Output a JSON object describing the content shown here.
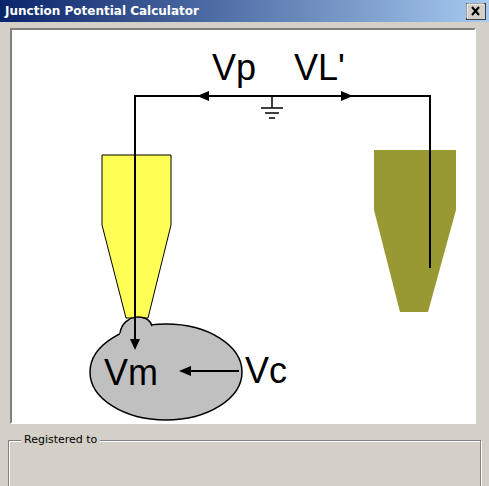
{
  "diagram": {
    "title": "Junction Potential Calculator",
    "nodes": [
      {
        "text": [
          "Vm"
        ]
      },
      {
        "text": [
          "Registered to"
        ]
      }
    ],
    "labels": [
      "Vp",
      "VL'",
      "Vc"
    ]
  }
}
